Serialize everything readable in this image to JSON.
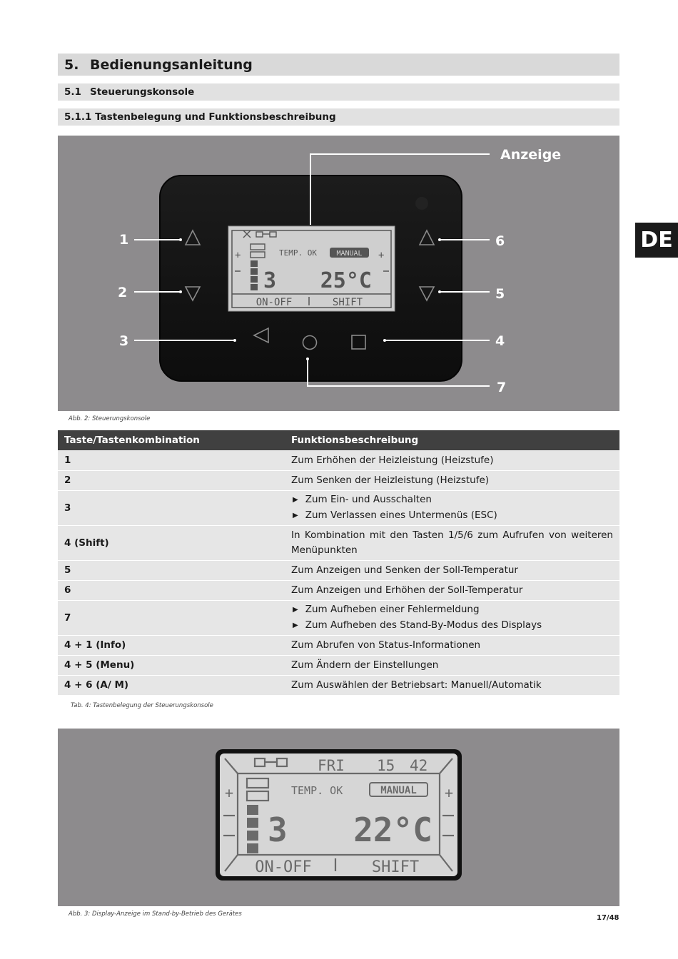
{
  "section": {
    "number": "5.",
    "title": "Bedienungsanleitung"
  },
  "subsection": {
    "number": "5.1",
    "title": "Steuerungskonsole"
  },
  "subsubsection": {
    "title": "5.1.1 Tastenbelegung und Funktionsbeschreibung"
  },
  "language_tab": "DE",
  "figure1": {
    "display_label": "Anzeige",
    "callouts": [
      "1",
      "2",
      "3",
      "4",
      "5",
      "6",
      "7"
    ],
    "lcd": {
      "status": "TEMP. OK",
      "mode": "MANUAL",
      "level": "3",
      "temp": "25°C",
      "left_key": "ON-OFF",
      "right_key": "SHIFT",
      "plus": "+",
      "minus": "−"
    },
    "caption": "Abb. 2: Steuerungskonsole"
  },
  "table": {
    "headers": [
      "Taste/Tastenkombination",
      "Funktionsbeschreibung"
    ],
    "rows": [
      {
        "key": "1",
        "desc": [
          "Zum Erhöhen der Heizleistung (Heizstufe)"
        ]
      },
      {
        "key": "2",
        "desc": [
          "Zum Senken der Heizleistung (Heizstufe)"
        ]
      },
      {
        "key": "3",
        "bullets": [
          "Zum Ein- und Ausschalten",
          "Zum Verlassen eines Untermenüs (ESC)"
        ]
      },
      {
        "key": "4 (Shift)",
        "desc": [
          "In Kombination mit den Tasten 1/5/6 zum Aufrufen von weiteren Menüpunkten"
        ]
      },
      {
        "key": "5",
        "desc": [
          "Zum Anzeigen und Senken der Soll-Temperatur"
        ]
      },
      {
        "key": "6",
        "desc": [
          "Zum Anzeigen und Erhöhen der Soll-Temperatur"
        ]
      },
      {
        "key": "7",
        "bullets": [
          "Zum Aufheben einer Fehlermeldung",
          "Zum Aufheben des Stand-By-Modus des Displays"
        ]
      },
      {
        "key": "4 + 1 (Info)",
        "desc": [
          "Zum Abrufen von Status-Informationen"
        ]
      },
      {
        "key": "4 + 5 (Menu)",
        "desc": [
          "Zum Ändern der Einstellungen"
        ]
      },
      {
        "key": "4 + 6 (A/ M)",
        "desc": [
          "Zum Auswählen der Betriebsart: Manuell/Automatik"
        ]
      }
    ],
    "caption": "Tab. 4: Tastenbelegung der Steuerungskonsole"
  },
  "figure2": {
    "lcd": {
      "day": "FRI",
      "time_h": "15",
      "time_m": "42",
      "status": "TEMP. OK",
      "mode": "MANUAL",
      "level": "3",
      "temp": "22°C",
      "left_key": "ON-OFF",
      "right_key": "SHIFT",
      "plus": "+",
      "minus": "−"
    },
    "caption": "Abb. 3: Display-Anzeige im Stand-by-Betrieb des Gerätes"
  },
  "page_number": "17/48",
  "colors": {
    "header_bar": "#d9d9d9",
    "table_header": "#404040",
    "figure_bg": "#8d8b8d",
    "lcd_bg": "#d6d6d6"
  }
}
